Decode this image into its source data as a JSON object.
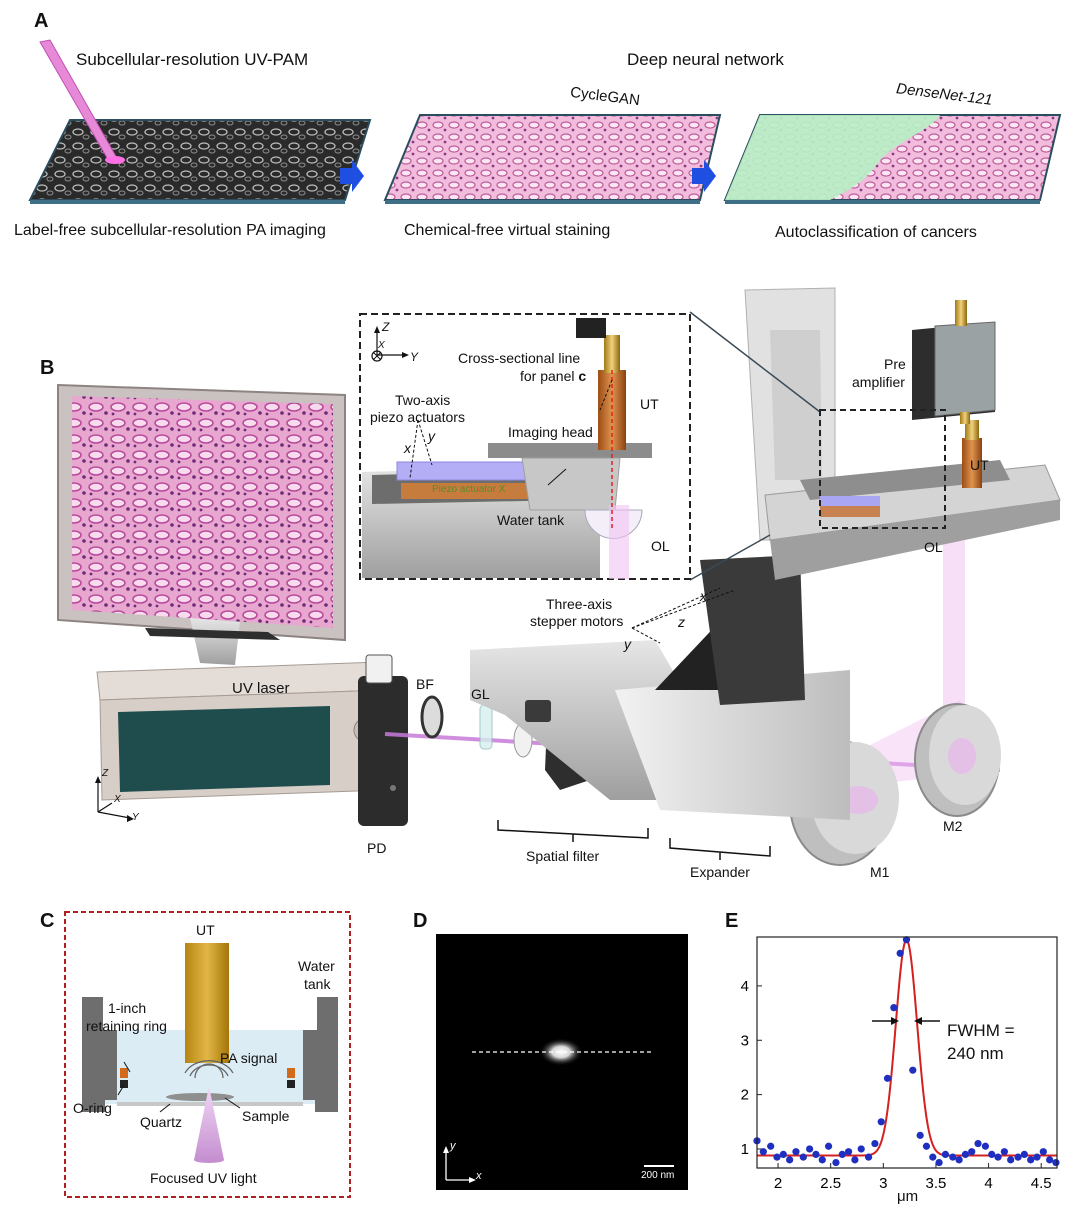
{
  "panelA": {
    "letter": "A",
    "title_left": "Subcellular-resolution UV-PAM",
    "title_right": "Deep neural network",
    "network1": "CycleGAN",
    "network2": "DenseNet-121",
    "caption1": "Label-free subcellular-resolution PA imaging",
    "caption2": "Chemical-free virtual staining",
    "caption3": "Autoclassification of cancers"
  },
  "panelB": {
    "letter": "B",
    "inset_axis_z": "Z",
    "inset_axis_x": "X",
    "inset_axis_y": "Y",
    "cross_section": "Cross-sectional line",
    "for_panel": "for panel ",
    "for_panel_bold": "c",
    "ut_inset": "UT",
    "piezo_title1": "Two-axis",
    "piezo_title2": "piezo actuators",
    "piezo_x": "x",
    "piezo_y": "y",
    "imaging_head": "Imaging head",
    "piezo_actuator": "Piezo actuator X",
    "water_tank": "Water tank",
    "ol_inset": "OL",
    "pre_amp1": "Pre",
    "pre_amp2": "amplifier",
    "ut_main": "UT",
    "ol_main": "OL",
    "stepper1": "Three-axis",
    "stepper2": "stepper motors",
    "motor_x": "x",
    "motor_y": "y",
    "motor_z": "z",
    "uv_laser": "UV laser",
    "bf": "BF",
    "gl": "GL",
    "pd": "PD",
    "spatial_filter": "Spatial filter",
    "expander": "Expander",
    "m1": "M1",
    "m2": "M2",
    "axis_z": "Z",
    "axis_x": "X",
    "axis_y": "Y"
  },
  "panelC": {
    "letter": "C",
    "ut": "UT",
    "water_tank1": "Water",
    "water_tank2": "tank",
    "ring1": "1-inch",
    "ring2": "retaining ring",
    "pa_signal": "PA signal",
    "o_ring": "O-ring",
    "quartz": "Quartz",
    "sample": "Sample",
    "focused": "Focused UV light"
  },
  "panelD": {
    "letter": "D",
    "axis_y": "y",
    "axis_x": "x",
    "scale": "200 nm"
  },
  "panelE": {
    "letter": "E",
    "fwhm1": "FWHM =",
    "fwhm2": "240 nm",
    "xlabel": "μm"
  },
  "chart_data": {
    "type": "scatter",
    "title": "",
    "xlabel": "μm",
    "ylabel": "",
    "xlim": [
      1.8,
      4.65
    ],
    "ylim": [
      0.65,
      4.9
    ],
    "xticks": [
      2,
      2.5,
      3,
      3.5,
      4,
      4.5
    ],
    "yticks": [
      1,
      2,
      3,
      4
    ],
    "grid": false,
    "series": [
      {
        "kind": "points",
        "color": "#1f2fbf",
        "x": [
          1.8,
          1.86,
          1.93,
          1.99,
          2.05,
          2.11,
          2.17,
          2.24,
          2.3,
          2.36,
          2.42,
          2.48,
          2.55,
          2.61,
          2.67,
          2.73,
          2.79,
          2.86,
          2.92,
          2.98,
          3.04,
          3.1,
          3.16,
          3.22,
          3.28,
          3.35,
          3.41,
          3.47,
          3.53,
          3.59,
          3.66,
          3.72,
          3.78,
          3.84,
          3.9,
          3.97,
          4.03,
          4.09,
          4.15,
          4.21,
          4.28,
          4.34,
          4.4,
          4.46,
          4.52,
          4.58,
          4.64
        ],
        "y": [
          1.15,
          0.95,
          1.05,
          0.85,
          0.9,
          0.8,
          0.95,
          0.85,
          1.0,
          0.9,
          0.8,
          1.05,
          0.75,
          0.9,
          0.95,
          0.8,
          1.0,
          0.85,
          1.1,
          1.5,
          2.3,
          3.6,
          4.6,
          4.85,
          2.45,
          1.25,
          1.05,
          0.85,
          0.75,
          0.9,
          0.85,
          0.8,
          0.9,
          0.95,
          1.1,
          1.05,
          0.9,
          0.85,
          0.95,
          0.8,
          0.85,
          0.9,
          0.8,
          0.85,
          0.95,
          0.8,
          0.75
        ]
      },
      {
        "kind": "fit",
        "color": "#d42020",
        "model": "gaussian",
        "baseline": 0.88,
        "amplitude": 3.97,
        "center": 3.22,
        "fwhm": 0.24
      }
    ],
    "annotations": [
      "FWHM =",
      "240 nm"
    ]
  }
}
